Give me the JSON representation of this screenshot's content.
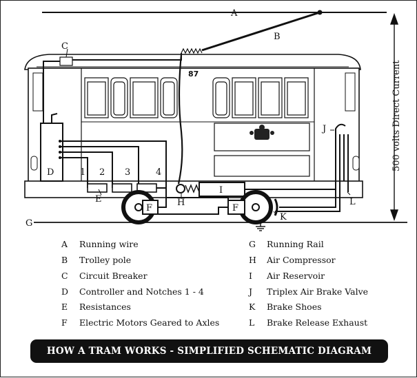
{
  "diagram": {
    "car_number": "87",
    "voltage_label": "500 volts Direct Current",
    "point_labels": [
      "A",
      "B",
      "C",
      "D",
      "E",
      "F",
      "F",
      "G",
      "H",
      "I",
      "J",
      "K",
      "L"
    ],
    "notch_labels": [
      "1",
      "2",
      "3",
      "4"
    ]
  },
  "legend": {
    "left": [
      {
        "key": "A",
        "text": "Running wire"
      },
      {
        "key": "B",
        "text": "Trolley pole"
      },
      {
        "key": "C",
        "text": "Circuit Breaker"
      },
      {
        "key": "D",
        "text": "Controller and Notches 1 - 4"
      },
      {
        "key": "E",
        "text": "Resistances"
      },
      {
        "key": "F",
        "text": "Electric Motors Geared to Axles"
      }
    ],
    "right": [
      {
        "key": "G",
        "text": "Running Rail"
      },
      {
        "key": "H",
        "text": "Air Compressor"
      },
      {
        "key": "I",
        "text": "Air Reservoir"
      },
      {
        "key": "J",
        "text": "Triplex Air Brake Valve"
      },
      {
        "key": "K",
        "text": "Brake Shoes"
      },
      {
        "key": "L",
        "text": "Brake Release Exhaust"
      }
    ]
  },
  "title": "HOW A TRAM WORKS - SIMPLIFIED SCHEMATIC DIAGRAM"
}
